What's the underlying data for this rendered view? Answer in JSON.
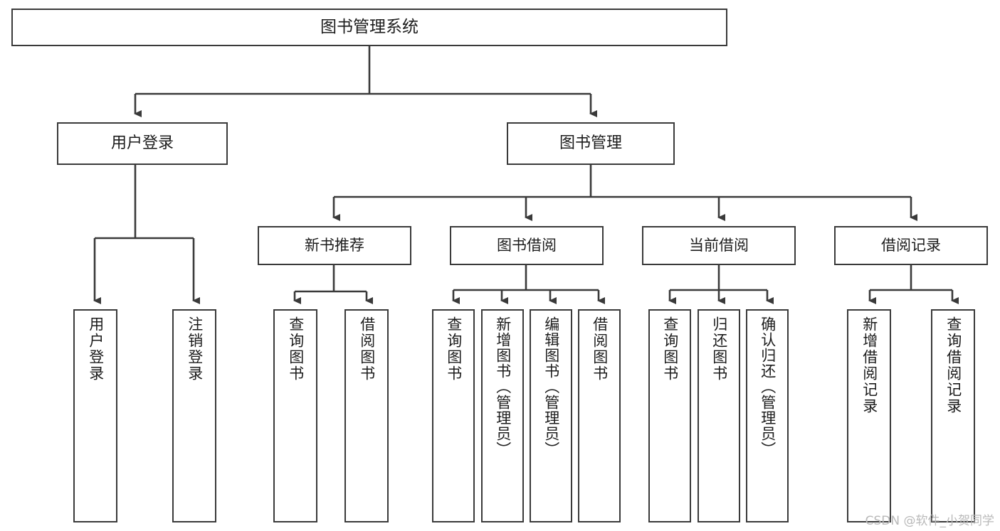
{
  "diagram": {
    "title": "图书管理系统",
    "type": "tree",
    "orientation": "top-down",
    "watermark": "CSDN @软件_小贺同学",
    "colors": {
      "background": "#ffffff",
      "box_border": "#3a3a3a",
      "box_fill": "#ffffff",
      "connector": "#3a3a3a",
      "text": "#1c1c1c",
      "watermark": "#b9b9b9"
    },
    "root": {
      "label": "图书管理系统",
      "level": 0
    },
    "level1": [
      {
        "label": "用户登录",
        "level": 1
      },
      {
        "label": "图书管理",
        "level": 1
      }
    ],
    "level2": [
      {
        "label": "新书推荐",
        "level": 2,
        "parent": "图书管理"
      },
      {
        "label": "图书借阅",
        "level": 2,
        "parent": "图书管理"
      },
      {
        "label": "当前借阅",
        "level": 2,
        "parent": "图书管理"
      },
      {
        "label": "借阅记录",
        "level": 2,
        "parent": "图书管理"
      }
    ],
    "leaves": {
      "user_login": [
        {
          "label": "用户登录"
        },
        {
          "label": "注销登录"
        }
      ],
      "new_book_recommend": [
        {
          "label": "查询图书"
        },
        {
          "label": "借阅图书"
        }
      ],
      "book_borrow": [
        {
          "label": "查询图书"
        },
        {
          "label": "新增图书（管理员）"
        },
        {
          "label": "编辑图书（管理员）"
        },
        {
          "label": "借阅图书"
        }
      ],
      "current_borrow": [
        {
          "label": "查询图书"
        },
        {
          "label": "归还图书"
        },
        {
          "label": "确认归还（管理员）"
        }
      ],
      "borrow_record": [
        {
          "label": "新增借阅记录"
        },
        {
          "label": "查询借阅记录"
        }
      ]
    }
  }
}
